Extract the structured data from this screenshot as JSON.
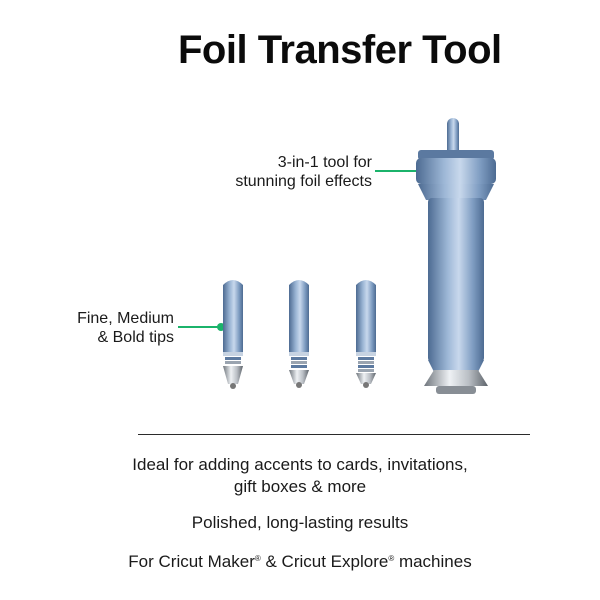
{
  "title": "Foil Transfer Tool",
  "callouts": {
    "tool": {
      "line1": "3-in-1 tool for",
      "line2": "stunning foil effects"
    },
    "tips": {
      "line1": "Fine, Medium",
      "line2": "& Bold tips"
    }
  },
  "features": {
    "ideal": {
      "line1": "Ideal for adding accents to cards, invitations,",
      "line2": "gift boxes & more"
    },
    "polished": "Polished, long-lasting results",
    "compat": {
      "prefix": "For Cricut Maker",
      "reg": "®",
      "middle": " & Cricut Explore",
      "suffix": " machines"
    }
  },
  "colors": {
    "accent": "#1bb36b",
    "metal": "#7f9dc2",
    "metal_dark": "#4d6b92",
    "metal_light": "#c8d8ec",
    "chrome": "#b9bec4"
  }
}
